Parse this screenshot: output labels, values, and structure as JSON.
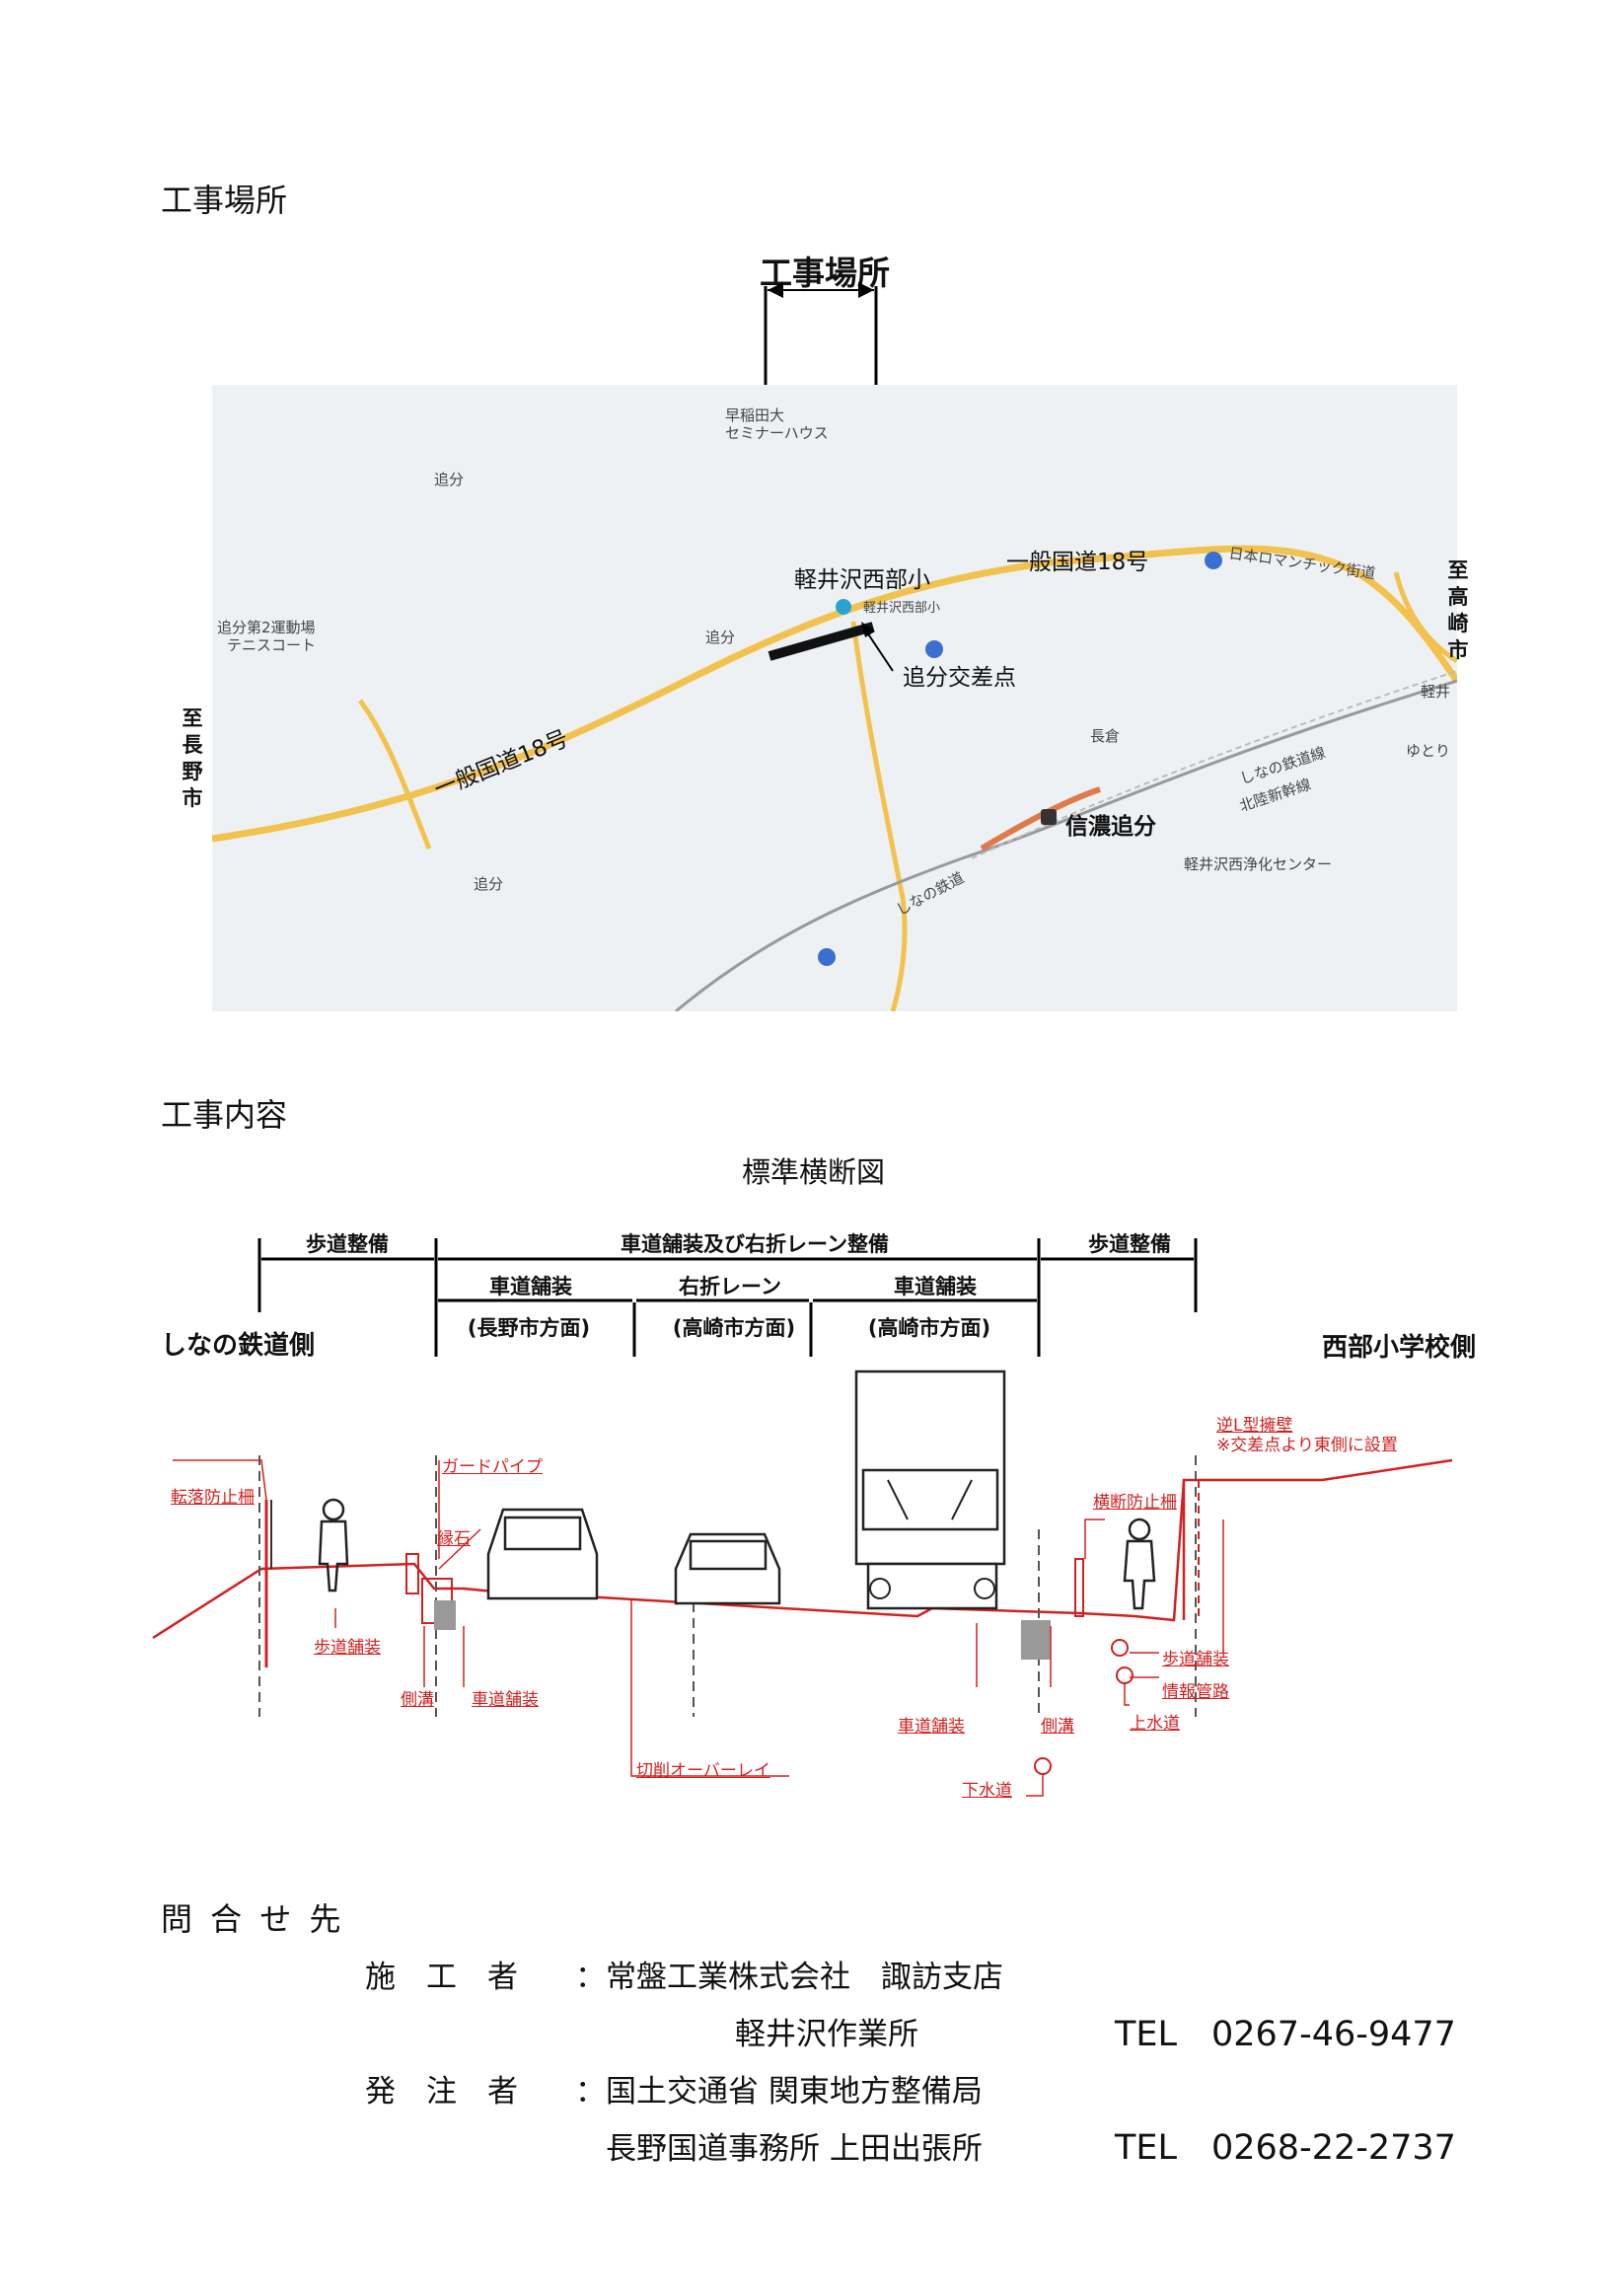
{
  "location_section": {
    "heading": "工事場所",
    "map": {
      "site_label": "工事場所",
      "to_takasaki": "至高崎市",
      "to_nagano": "至長野市",
      "route18_east": "一般国道18号",
      "route18_west": "一般国道18号",
      "school": "軽井沢西部小",
      "intersection": "追分交差点",
      "station": "信濃追分",
      "small_labels": [
        "長倉",
        "早稲田大",
        "セミナーハウス",
        "追分",
        "追分第2運動場",
        "テニスコート",
        "軽井沢西部小",
        "追分",
        "長倉",
        "日本ロマンチック街道",
        "しなの鉄道線",
        "北陸新幹線",
        "軽井沢西浄化センター",
        "ゆとり",
        "しなの鉄道",
        "軽井",
        "追分"
      ]
    }
  },
  "content_section": {
    "heading": "工事内容",
    "diagram_title": "標準横断図",
    "dims": {
      "sidewalk_left": "歩道整備",
      "center_top": "車道舗装及び右折レーン整備",
      "sidewalk_right": "歩道整備",
      "lane1": "車道舗装",
      "lane1_dir": "(長野市方面)",
      "lane2": "右折レーン",
      "lane2_dir": "(高崎市方面)",
      "lane3": "車道舗装",
      "lane3_dir": "(高崎市方面)"
    },
    "side_left": "しなの鉄道側",
    "side_right": "西部小学校側",
    "annotations": {
      "fall_fence": "転落防止柵",
      "guard_pipe": "ガードパイプ",
      "curb": "縁石",
      "sidewalk_pave_l": "歩道舗装",
      "gutter_l": "側溝",
      "road_pave_l": "車道舗装",
      "overlay": "切削オーバーレイ",
      "retaining_wall": "逆L型擁壁",
      "retaining_note": "※交差点より東側に設置",
      "crossing_fence": "横断防止柵",
      "sidewalk_pave_r": "歩道舗装",
      "info_duct": "情報管路",
      "water": "上水道",
      "gutter_r": "側溝",
      "road_pave_r": "車道舗装",
      "sewer": "下水道"
    }
  },
  "contact": {
    "heading": "問 合 せ 先",
    "contractor_label": "施　工　者",
    "contractor_name": "：常盤工業株式会社　諏訪支店",
    "contractor_office": "軽井沢作業所",
    "contractor_tel": "TEL　0267-46-9477",
    "orderer_label": "発　注　者",
    "orderer_name": "：国土交通省 関東地方整備局",
    "orderer_office": "長野国道事務所 上田出張所",
    "orderer_tel": "TEL　0268-22-2737"
  },
  "colors": {
    "red": "#d42020",
    "route": "#f2c24e",
    "highway": "#e07a4a"
  }
}
